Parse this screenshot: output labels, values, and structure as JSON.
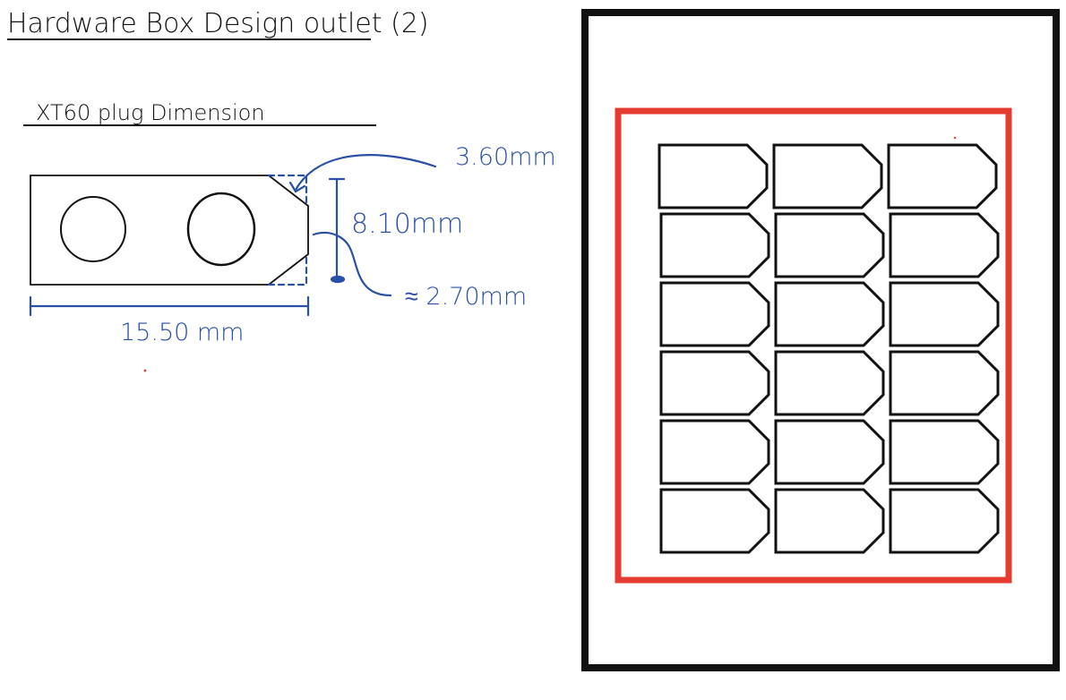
{
  "page": {
    "title": "Hardware Box Design outlet (2)"
  },
  "plug_dimension": {
    "heading": "XT60 plug Dimension",
    "labels": {
      "chamfer": "3.60mm",
      "height": "8.10mm",
      "tip": "≈ 2.70mm",
      "length": "15.50 mm"
    }
  },
  "outlet_layout": {
    "rows": 6,
    "columns": 3
  },
  "colors": {
    "ink": "#111111",
    "annotation": "#2a4fa8",
    "highlight": "#e63b30"
  }
}
